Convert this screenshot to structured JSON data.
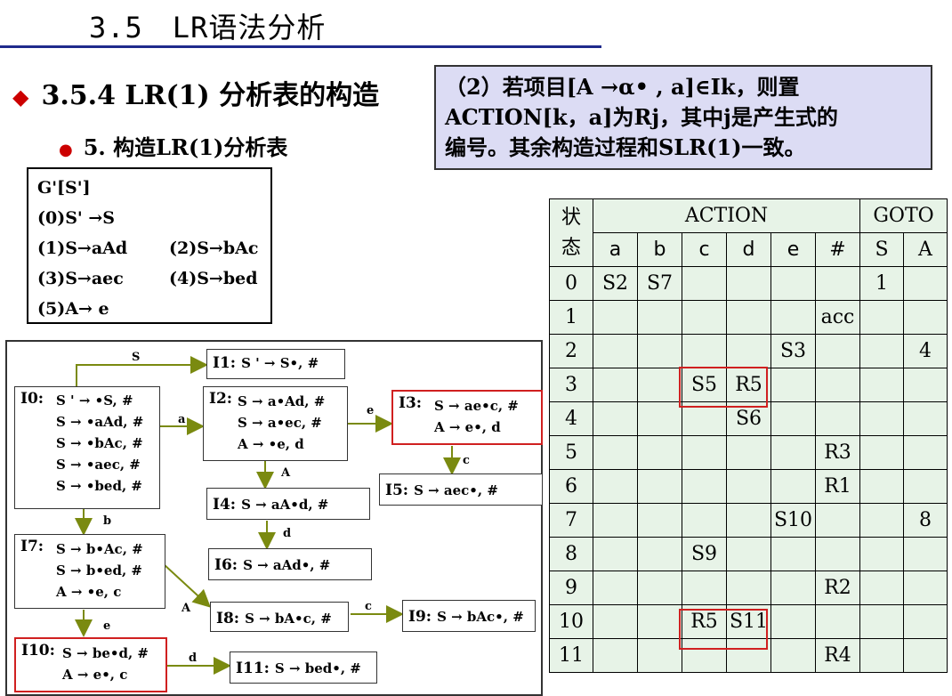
{
  "title": "3.5　LR语法分析",
  "heading": "3.5.4  LR(1) 分析表的构造",
  "subheading": "5. 构造LR(1)分析表",
  "note": [
    "（2）若项目[A →α• , a]∈Ik，则置",
    "ACTION[k，a]为Rj，其中j是产生式的",
    "编号。其余构造过程和SLR(1)一致。"
  ],
  "grammar": [
    [
      "G'[S']"
    ],
    [
      "(0)S' →S"
    ],
    [
      "(1)S→aAd",
      "(2)S→bAc"
    ],
    [
      "(3)S→aec",
      "(4)S→bed"
    ],
    [
      "(5)A→ e"
    ]
  ],
  "states": {
    "I0": {
      "label": "I0:",
      "items": [
        "S ' → •S,  #",
        "S → •aAd,  #",
        "S → •bAc,  #",
        "S → •aec,  #",
        "S → •bed,  #"
      ]
    },
    "I1": {
      "label": "I1:",
      "items": [
        "S ' → S•,  #"
      ]
    },
    "I2": {
      "label": "I2:",
      "items": [
        "S → a•Ad,  #",
        "S → a•ec,  #",
        "A → •e,  d"
      ]
    },
    "I3": {
      "label": "I3:",
      "items": [
        "S → ae•c,  #",
        "A → e•,  d"
      ]
    },
    "I4": {
      "label": "I4:",
      "items": [
        "S → aA•d,  #"
      ]
    },
    "I5": {
      "label": "I5:",
      "items": [
        "S → aec•,  #"
      ]
    },
    "I6": {
      "label": "I6:",
      "items": [
        "S → aAd•,  #"
      ]
    },
    "I7": {
      "label": "I7:",
      "items": [
        "S → b•Ac,  #",
        "S → b•ed,  #",
        "A → •e,  c"
      ]
    },
    "I8": {
      "label": "I8:",
      "items": [
        "S → bA•c,  #"
      ]
    },
    "I9": {
      "label": "I9:",
      "items": [
        "S → bAc•,  #"
      ]
    },
    "I10": {
      "label": "I10:",
      "items": [
        "S → be•d,  #",
        "A → e•,  c"
      ]
    },
    "I11": {
      "label": "I11:",
      "items": [
        "S → bed•,  #"
      ]
    }
  },
  "edges": {
    "s": "S",
    "a": "a",
    "e1": "e",
    "A1": "A",
    "c1": "c",
    "d1": "d",
    "b": "b",
    "A2": "A",
    "c2": "c",
    "e2": "e",
    "d2": "d"
  },
  "table": {
    "state_header": [
      "状",
      "态"
    ],
    "action_header": "ACTION",
    "goto_header": "GOTO",
    "columns": [
      "a",
      "b",
      "c",
      "d",
      "e",
      "#",
      "S",
      "A"
    ],
    "rows": [
      [
        "0",
        "S2",
        "S7",
        "",
        "",
        "",
        "",
        "1",
        ""
      ],
      [
        "1",
        "",
        "",
        "",
        "",
        "",
        "acc",
        "",
        ""
      ],
      [
        "2",
        "",
        "",
        "",
        "",
        "S3",
        "",
        "",
        "4"
      ],
      [
        "3",
        "",
        "",
        "S5",
        "R5",
        "",
        "",
        "",
        ""
      ],
      [
        "4",
        "",
        "",
        "",
        "S6",
        "",
        "",
        "",
        ""
      ],
      [
        "5",
        "",
        "",
        "",
        "",
        "",
        "R3",
        "",
        ""
      ],
      [
        "6",
        "",
        "",
        "",
        "",
        "",
        "R1",
        "",
        ""
      ],
      [
        "7",
        "",
        "",
        "",
        "",
        "S10",
        "",
        "",
        "8"
      ],
      [
        "8",
        "",
        "",
        "S9",
        "",
        "",
        "",
        "",
        ""
      ],
      [
        "9",
        "",
        "",
        "",
        "",
        "",
        "R2",
        "",
        ""
      ],
      [
        "10",
        "",
        "",
        "R5",
        "S11",
        "",
        "",
        "",
        ""
      ],
      [
        "11",
        "",
        "",
        "",
        "",
        "",
        "R4",
        "",
        ""
      ]
    ]
  },
  "colors": {
    "accent_red": "#d02020",
    "rule_blue": "#1f2a8c",
    "note_bg": "#dcdcf4",
    "table_bg": "#e7f3e7",
    "arrow": "#7a8a10"
  }
}
